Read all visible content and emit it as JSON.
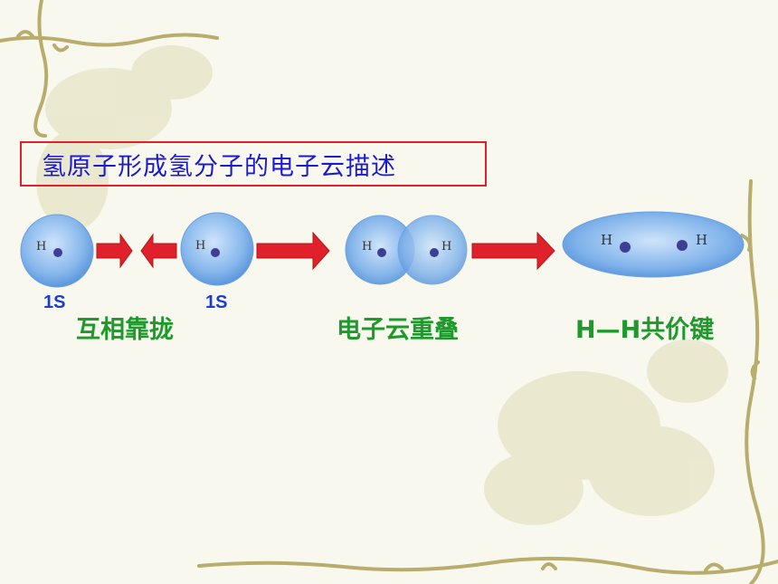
{
  "title": "氢原子形成氢分子的电子云描述",
  "atom_label": "H",
  "orbital_labels": [
    "1S",
    "1S"
  ],
  "stages": [
    "互相靠拢",
    "电子云重叠",
    "H—H共价键"
  ],
  "colors": {
    "title_border": "#e0202a",
    "title_text": "#1a1ad0",
    "stage_text": "#1e9a2c",
    "orbital_text": "#1a3ec8",
    "arrow": "#e0202a",
    "cloud": "#7fb2ea",
    "nucleus": "#3d3e95"
  }
}
